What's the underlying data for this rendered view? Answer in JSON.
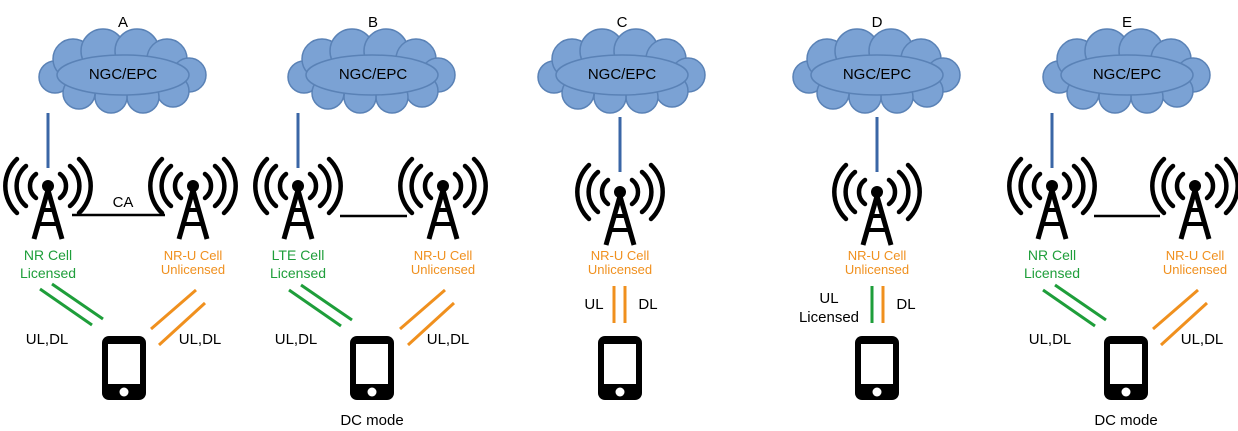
{
  "colors": {
    "cloud_fill": "#7BA2D4",
    "cloud_stroke": "#5A82B6",
    "core_link": "#3A66A6",
    "licensed": "#1E9E3A",
    "unlicensed": "#F0901E",
    "ink": "#000000"
  },
  "icons": {
    "cloud": "cloud-icon",
    "tower": "antenna-tower-icon",
    "phone": "smartphone-icon"
  },
  "panels": [
    {
      "id": "A",
      "label": "A",
      "core": "NGC/EPC",
      "link_label": "CA",
      "left_cell": {
        "name": "NR Cell",
        "band": "Licensed"
      },
      "right_cell": {
        "name": "NR-U Cell",
        "band": "Unlicensed"
      },
      "left_link": "UL,DL",
      "right_link": "UL,DL",
      "caption": ""
    },
    {
      "id": "B",
      "label": "B",
      "core": "NGC/EPC",
      "link_label": "",
      "left_cell": {
        "name": "LTE Cell",
        "band": "Licensed"
      },
      "right_cell": {
        "name": "NR-U Cell",
        "band": "Unlicensed"
      },
      "left_link": "UL,DL",
      "right_link": "UL,DL",
      "caption": "DC mode"
    },
    {
      "id": "C",
      "label": "C",
      "core": "NGC/EPC",
      "cell": {
        "name": "NR-U Cell",
        "band": "Unlicensed"
      },
      "ul_label": "UL",
      "ul_band": "",
      "dl_label": "DL"
    },
    {
      "id": "D",
      "label": "D",
      "core": "NGC/EPC",
      "cell": {
        "name": "NR-U Cell",
        "band": "Unlicensed"
      },
      "ul_label": "UL",
      "ul_band": "Licensed",
      "dl_label": "DL"
    },
    {
      "id": "E",
      "label": "E",
      "core": "NGC/EPC",
      "link_label": "",
      "left_cell": {
        "name": "NR Cell",
        "band": "Licensed"
      },
      "right_cell": {
        "name": "NR-U Cell",
        "band": "Unlicensed"
      },
      "left_link": "UL,DL",
      "right_link": "UL,DL",
      "caption": "DC mode"
    }
  ]
}
